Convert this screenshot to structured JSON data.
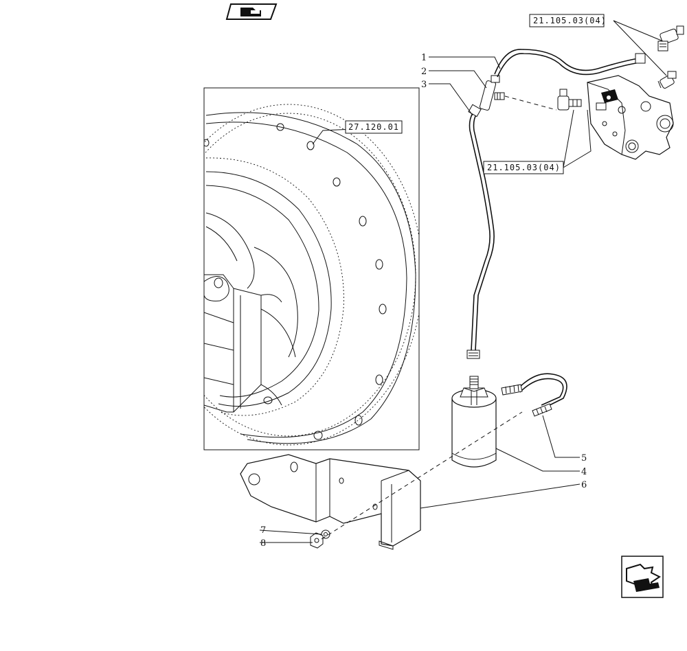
{
  "diagram": {
    "references": {
      "top_right": "21.105.03(04)",
      "middle_right": "21.105.03(04)",
      "inset": "27.120.01"
    },
    "callouts": [
      "1",
      "2",
      "3",
      "4",
      "5",
      "6",
      "7",
      "8"
    ]
  },
  "nav": {
    "back_icon": "book-back-icon",
    "next_icon": "next-page-arrow-icon"
  }
}
